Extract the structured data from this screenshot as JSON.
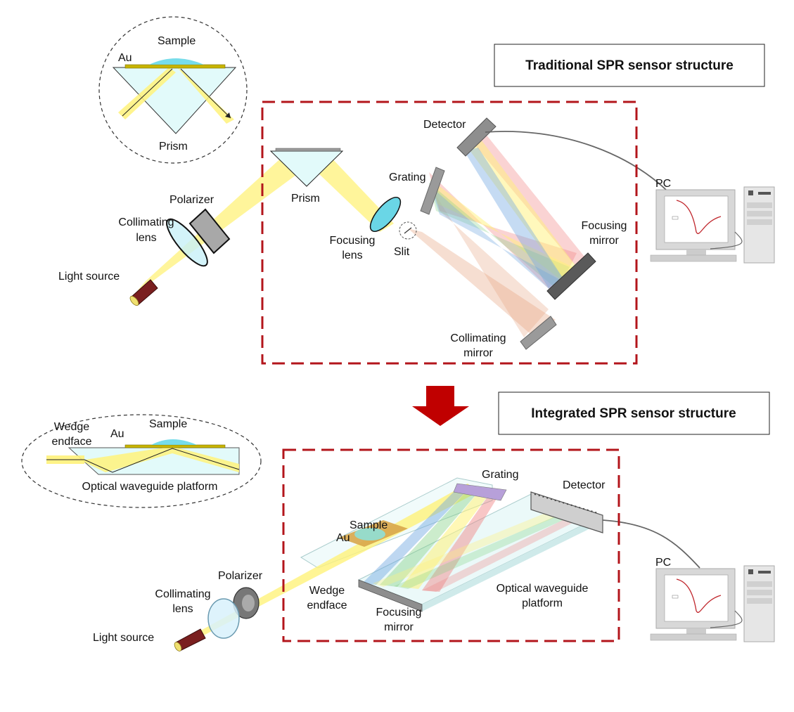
{
  "titles": {
    "traditional": "Traditional SPR sensor structure",
    "integrated": "Integrated SPR sensor structure"
  },
  "inset_top": {
    "sample": "Sample",
    "au": "Au",
    "prism": "Prism"
  },
  "inset_bottom": {
    "wedge_line1": "Wedge",
    "wedge_line2": "endface",
    "au": "Au",
    "sample": "Sample",
    "platform": "Optical waveguide platform"
  },
  "top": {
    "detector": "Detector",
    "grating": "Grating",
    "prism": "Prism",
    "polarizer": "Polarizer",
    "collimating_lens_line1": "Collimating",
    "collimating_lens_line2": "lens",
    "light_source": "Light source",
    "focusing_lens_line1": "Focusing",
    "focusing_lens_line2": "lens",
    "slit": "Slit",
    "focusing_mirror_line1": "Focusing",
    "focusing_mirror_line2": "mirror",
    "collimating_mirror_line1": "Collimating",
    "collimating_mirror_line2": "mirror",
    "pc": "PC"
  },
  "bottom": {
    "grating": "Grating",
    "detector": "Detector",
    "sample": "Sample",
    "au": "Au",
    "polarizer": "Polarizer",
    "collimating_lens_line1": "Collimating",
    "collimating_lens_line2": "lens",
    "light_source": "Light source",
    "wedge_line1": "Wedge",
    "wedge_line2": "endface",
    "focusing_mirror_line1": "Focusing",
    "focusing_mirror_line2": "mirror",
    "platform_line1": "Optical waveguide",
    "platform_line2": "platform",
    "pc": "PC"
  },
  "colors": {
    "frame_red": "#b3151b",
    "arrow_red": "#c00000",
    "beam_yellow": "#fff27a",
    "prism_fill": "#dff7f7",
    "gold": "#c8b400",
    "sample_cyan": "#5fd6e6"
  }
}
